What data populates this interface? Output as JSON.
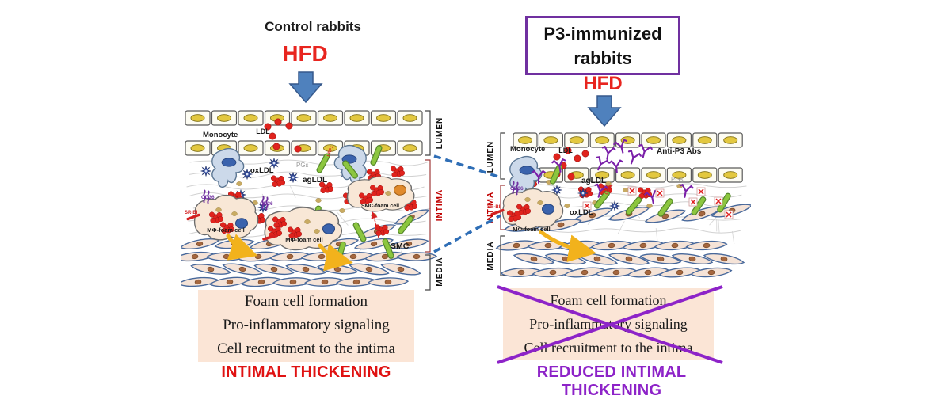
{
  "colors": {
    "red_accent": "#e01212",
    "purple_accent": "#8d23c8",
    "purple_border": "#7030a0",
    "arrow_blue": "#4f81bd",
    "box_peach": "#fbe5d6"
  },
  "left": {
    "title": "Control rabbits",
    "diet": "HFD",
    "labels": {
      "monocyte": "Monocyte",
      "ldl": "LDL",
      "oxldl": "oxLDL",
      "agldl": "agLDL",
      "pgs": "PGs",
      "cd36": "CD36",
      "sr": "SR-BI",
      "lrp1": "LRP1",
      "m_foam": "MΦ-foam cell",
      "smc_foam": "SMC-foam cell",
      "smc": "SMC"
    },
    "wall": {
      "lumen": "LUMEN",
      "intima": "INTIMA",
      "media": "MEDIA"
    },
    "outcomes": [
      "Foam cell formation",
      "Pro-inflammatory signaling",
      "Cell recruitment to the intima"
    ],
    "conclusion": "INTIMAL THICKENING"
  },
  "right": {
    "title": "P3-immunized rabbits",
    "diet": "HFD",
    "labels": {
      "monocyte": "Monocyte",
      "ldl": "LDL",
      "agldl": "agLDL",
      "oxldl": "oxLDL",
      "pgs": "PGs",
      "cd36": "CD36",
      "sr": "SR-BI",
      "lrp1": "LRP1",
      "anti_p3": "Anti-P3 Abs",
      "m_foam": "MΦ-foam cell"
    },
    "wall": {
      "lumen": "LUMEN",
      "intima": "INTIMA",
      "media": "MEDIA"
    },
    "outcomes": [
      "Foam cell formation",
      "Pro-inflammatory signaling",
      "Cell recruitment to the intima"
    ],
    "conclusion": "REDUCED INTIMAL THICKENING"
  }
}
